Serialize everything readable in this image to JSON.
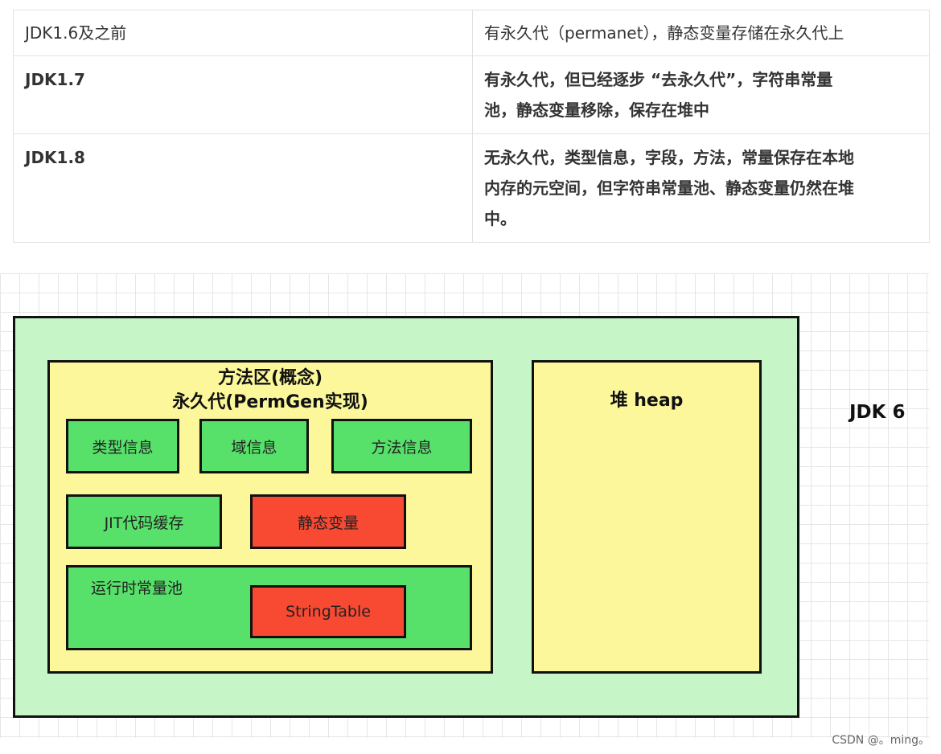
{
  "table": {
    "rows": [
      {
        "version": "JDK1.6及之前",
        "desc": "有永久代（permanet），静态变量存储在永久代上"
      },
      {
        "version": "JDK1.7",
        "desc_line1": "有永久代，但已经逐步 “去永久代”，字符串常量",
        "desc_line2": "池，静态变量移除，保存在堆中"
      },
      {
        "version": "JDK1.8",
        "desc_line1": "无永久代，类型信息，字段，方法，常量保存在本地",
        "desc_line2": "内存的元空间，但字符串常量池、静态变量仍然在堆",
        "desc_line3": "中。"
      }
    ]
  },
  "diagram": {
    "method_area_title1": "方法区(概念)",
    "method_area_title2": "永久代(PermGen实现)",
    "type_info": "类型信息",
    "field_info": "域信息",
    "method_info": "方法信息",
    "jit_cache": "JIT代码缓存",
    "static_vars": "静态变量",
    "runtime_pool": "运行时常量池",
    "string_table": "StringTable",
    "heap": "堆 heap",
    "jdk_label": "JDK 6"
  },
  "watermark": "CSDN @。ming。",
  "colors": {
    "outer": "#c6f5c8",
    "yellow": "#fbf79a",
    "green": "#57e06a",
    "red": "#f84a33"
  }
}
